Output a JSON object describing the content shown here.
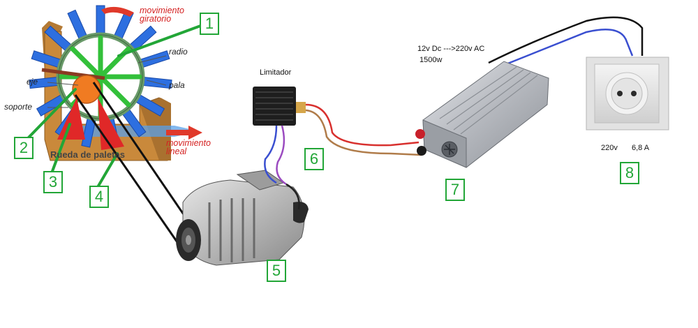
{
  "wheel": {
    "movement_rotary": "movimiento giratorio",
    "movement_linear": "movimiento lineal",
    "radio": "radio",
    "pala": "pala",
    "eje": "eje",
    "soporte": "soporte",
    "title": "Rueda de paletas"
  },
  "components": {
    "limiter_label": "Limitador",
    "inverter_spec_line1": "12v Dc --->220v AC",
    "inverter_spec_line2": "1500w",
    "outlet_voltage": "220v",
    "outlet_current": "6,8 A"
  },
  "markers": [
    "1",
    "2",
    "3",
    "4",
    "5",
    "6",
    "7",
    "8"
  ],
  "colors": {
    "marker_green": "#22a637",
    "motion_red": "#d42020",
    "wheel_blue": "#2d6fe0",
    "spoke_green": "#33c03a",
    "hub_orange": "#f07b22",
    "wood": "#c9893b",
    "wire_red": "#d8302e",
    "wire_brown": "#b07c4a",
    "wire_blue": "#3a4fd0",
    "wire_purple": "#9b4bc0",
    "inverter_silver": "#b9bcc2"
  }
}
